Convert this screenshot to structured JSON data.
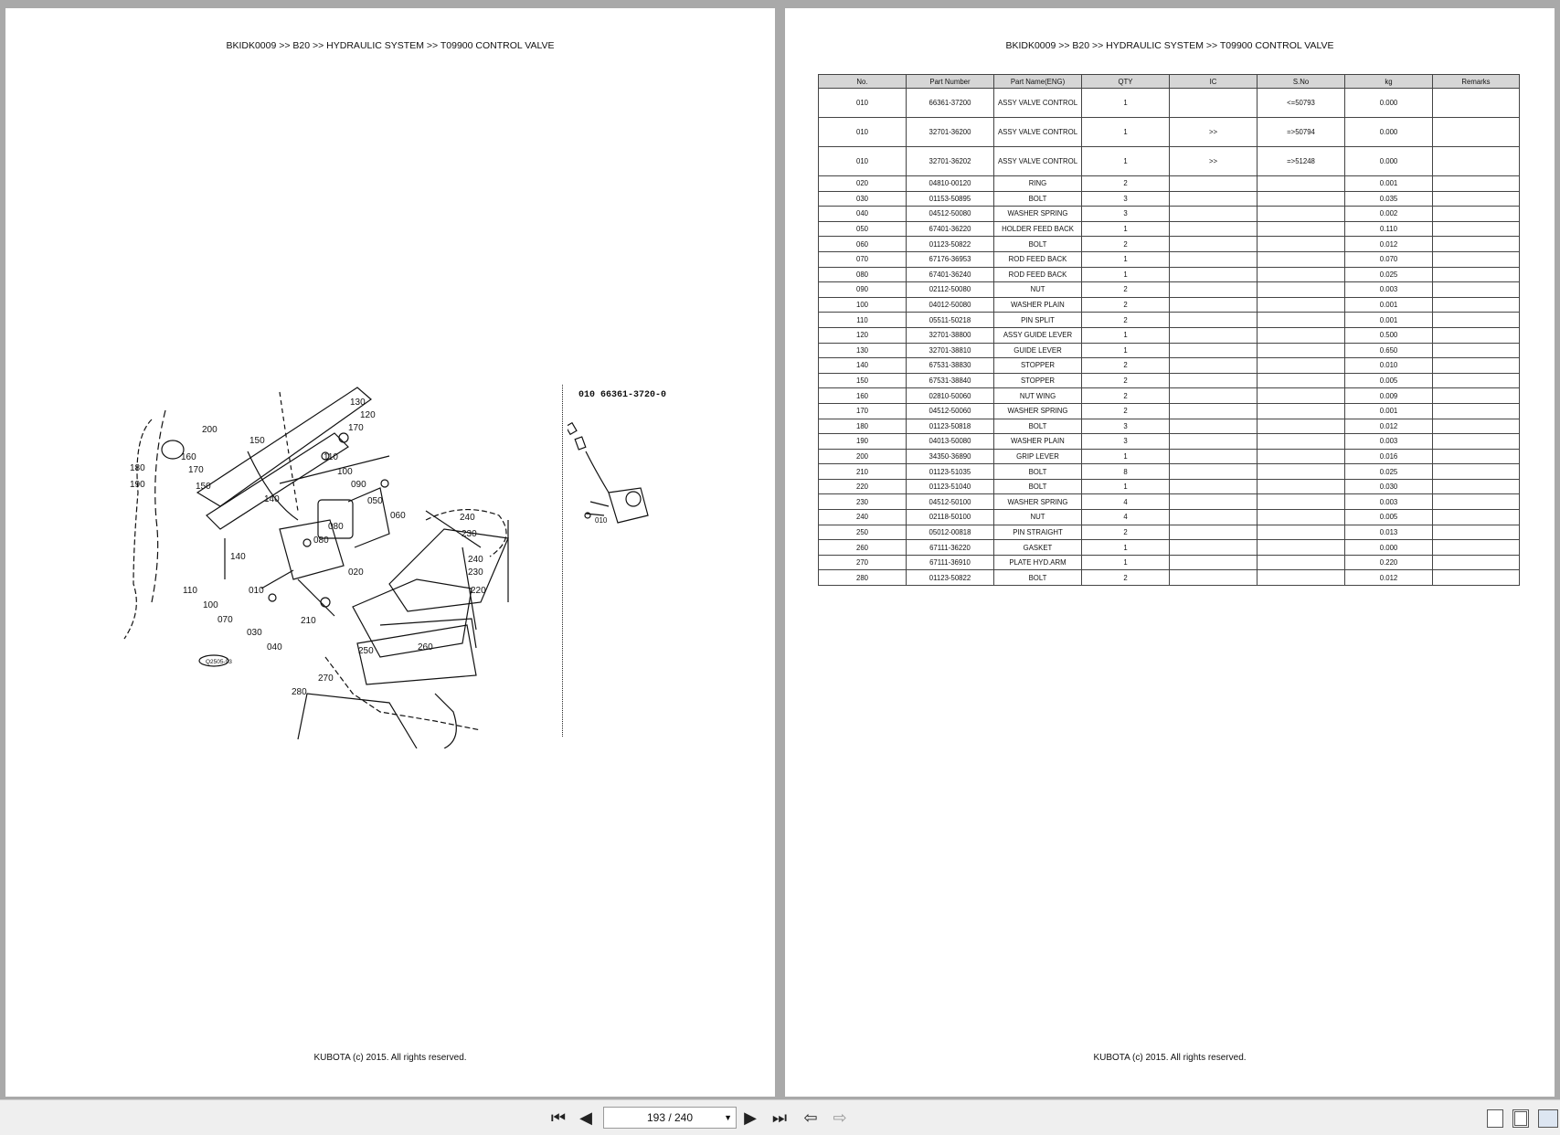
{
  "left_page": {
    "breadcrumb": "BKIDK0009 >> B20 >> HYDRAULIC SYSTEM >> T09900   CONTROL VALVE",
    "footer": "KUBOTA (c) 2015. All rights reserved.",
    "sub_caption": "010 66361-3720-0",
    "diagram_stamp": "Q2505-93",
    "callouts": [
      "010",
      "020",
      "030",
      "040",
      "050",
      "060",
      "070",
      "080",
      "090",
      "100",
      "110",
      "120",
      "130",
      "140",
      "150",
      "160",
      "170",
      "180",
      "190",
      "200",
      "210",
      "220",
      "230",
      "240",
      "250",
      "260",
      "270",
      "280"
    ]
  },
  "right_page": {
    "breadcrumb": "BKIDK0009 >> B20 >> HYDRAULIC SYSTEM >> T09900   CONTROL VALVE",
    "footer": "KUBOTA (c) 2015. All rights reserved.",
    "table": {
      "headers": [
        "No.",
        "Part Number",
        "Part Name(ENG)",
        "QTY",
        "IC",
        "S.No",
        "kg",
        "Remarks"
      ],
      "rows": [
        {
          "no": "010",
          "part": "66361-37200",
          "name": "ASSY VALVE CONTROL",
          "qty": "1",
          "ic": "",
          "sno": "<=50793",
          "kg": "0.000",
          "remarks": ""
        },
        {
          "no": "010",
          "part": "32701-36200",
          "name": "ASSY VALVE CONTROL",
          "qty": "1",
          "ic": ">>",
          "sno": "=>50794",
          "kg": "0.000",
          "remarks": ""
        },
        {
          "no": "010",
          "part": "32701-36202",
          "name": "ASSY VALVE CONTROL",
          "qty": "1",
          "ic": ">>",
          "sno": "=>51248",
          "kg": "0.000",
          "remarks": ""
        },
        {
          "no": "020",
          "part": "04810-00120",
          "name": "RING",
          "qty": "2",
          "ic": "",
          "sno": "",
          "kg": "0.001",
          "remarks": ""
        },
        {
          "no": "030",
          "part": "01153-50895",
          "name": "BOLT",
          "qty": "3",
          "ic": "",
          "sno": "",
          "kg": "0.035",
          "remarks": ""
        },
        {
          "no": "040",
          "part": "04512-50080",
          "name": "WASHER SPRING",
          "qty": "3",
          "ic": "",
          "sno": "",
          "kg": "0.002",
          "remarks": ""
        },
        {
          "no": "050",
          "part": "67401-36220",
          "name": "HOLDER FEED BACK",
          "qty": "1",
          "ic": "",
          "sno": "",
          "kg": "0.110",
          "remarks": ""
        },
        {
          "no": "060",
          "part": "01123-50822",
          "name": "BOLT",
          "qty": "2",
          "ic": "",
          "sno": "",
          "kg": "0.012",
          "remarks": ""
        },
        {
          "no": "070",
          "part": "67176-36953",
          "name": "ROD FEED BACK",
          "qty": "1",
          "ic": "",
          "sno": "",
          "kg": "0.070",
          "remarks": ""
        },
        {
          "no": "080",
          "part": "67401-36240",
          "name": "ROD FEED BACK",
          "qty": "1",
          "ic": "",
          "sno": "",
          "kg": "0.025",
          "remarks": ""
        },
        {
          "no": "090",
          "part": "02112-50080",
          "name": "NUT",
          "qty": "2",
          "ic": "",
          "sno": "",
          "kg": "0.003",
          "remarks": ""
        },
        {
          "no": "100",
          "part": "04012-50080",
          "name": "WASHER PLAIN",
          "qty": "2",
          "ic": "",
          "sno": "",
          "kg": "0.001",
          "remarks": ""
        },
        {
          "no": "110",
          "part": "05511-50218",
          "name": "PIN SPLIT",
          "qty": "2",
          "ic": "",
          "sno": "",
          "kg": "0.001",
          "remarks": ""
        },
        {
          "no": "120",
          "part": "32701-38800",
          "name": "ASSY GUIDE LEVER",
          "qty": "1",
          "ic": "",
          "sno": "",
          "kg": "0.500",
          "remarks": ""
        },
        {
          "no": "130",
          "part": "32701-38810",
          "name": "GUIDE LEVER",
          "qty": "1",
          "ic": "",
          "sno": "",
          "kg": "0.650",
          "remarks": ""
        },
        {
          "no": "140",
          "part": "67531-38830",
          "name": "STOPPER",
          "qty": "2",
          "ic": "",
          "sno": "",
          "kg": "0.010",
          "remarks": ""
        },
        {
          "no": "150",
          "part": "67531-38840",
          "name": "STOPPER",
          "qty": "2",
          "ic": "",
          "sno": "",
          "kg": "0.005",
          "remarks": ""
        },
        {
          "no": "160",
          "part": "02810-50060",
          "name": "NUT WING",
          "qty": "2",
          "ic": "",
          "sno": "",
          "kg": "0.009",
          "remarks": ""
        },
        {
          "no": "170",
          "part": "04512-50060",
          "name": "WASHER SPRING",
          "qty": "2",
          "ic": "",
          "sno": "",
          "kg": "0.001",
          "remarks": ""
        },
        {
          "no": "180",
          "part": "01123-50818",
          "name": "BOLT",
          "qty": "3",
          "ic": "",
          "sno": "",
          "kg": "0.012",
          "remarks": ""
        },
        {
          "no": "190",
          "part": "04013-50080",
          "name": "WASHER PLAIN",
          "qty": "3",
          "ic": "",
          "sno": "",
          "kg": "0.003",
          "remarks": ""
        },
        {
          "no": "200",
          "part": "34350-36890",
          "name": "GRIP LEVER",
          "qty": "1",
          "ic": "",
          "sno": "",
          "kg": "0.016",
          "remarks": ""
        },
        {
          "no": "210",
          "part": "01123-51035",
          "name": "BOLT",
          "qty": "8",
          "ic": "",
          "sno": "",
          "kg": "0.025",
          "remarks": ""
        },
        {
          "no": "220",
          "part": "01123-51040",
          "name": "BOLT",
          "qty": "1",
          "ic": "",
          "sno": "",
          "kg": "0.030",
          "remarks": ""
        },
        {
          "no": "230",
          "part": "04512-50100",
          "name": "WASHER SPRING",
          "qty": "4",
          "ic": "",
          "sno": "",
          "kg": "0.003",
          "remarks": ""
        },
        {
          "no": "240",
          "part": "02118-50100",
          "name": "NUT",
          "qty": "4",
          "ic": "",
          "sno": "",
          "kg": "0.005",
          "remarks": ""
        },
        {
          "no": "250",
          "part": "05012-00818",
          "name": "PIN STRAIGHT",
          "qty": "2",
          "ic": "",
          "sno": "",
          "kg": "0.013",
          "remarks": ""
        },
        {
          "no": "260",
          "part": "67111-36220",
          "name": "GASKET",
          "qty": "1",
          "ic": "",
          "sno": "",
          "kg": "0.000",
          "remarks": ""
        },
        {
          "no": "270",
          "part": "67111-36910",
          "name": "PLATE HYD.ARM",
          "qty": "1",
          "ic": "",
          "sno": "",
          "kg": "0.220",
          "remarks": ""
        },
        {
          "no": "280",
          "part": "01123-50822",
          "name": "BOLT",
          "qty": "2",
          "ic": "",
          "sno": "",
          "kg": "0.012",
          "remarks": ""
        }
      ]
    }
  },
  "toolbar": {
    "page_indicator": "193 / 240",
    "icons": [
      "first-page-icon",
      "previous-page-icon",
      "dropdown-icon",
      "next-page-icon",
      "last-page-icon",
      "go-back-view-icon",
      "go-forward-view-icon",
      "single-page-view-icon",
      "continuous-view-icon",
      "facing-pages-view-icon"
    ]
  }
}
